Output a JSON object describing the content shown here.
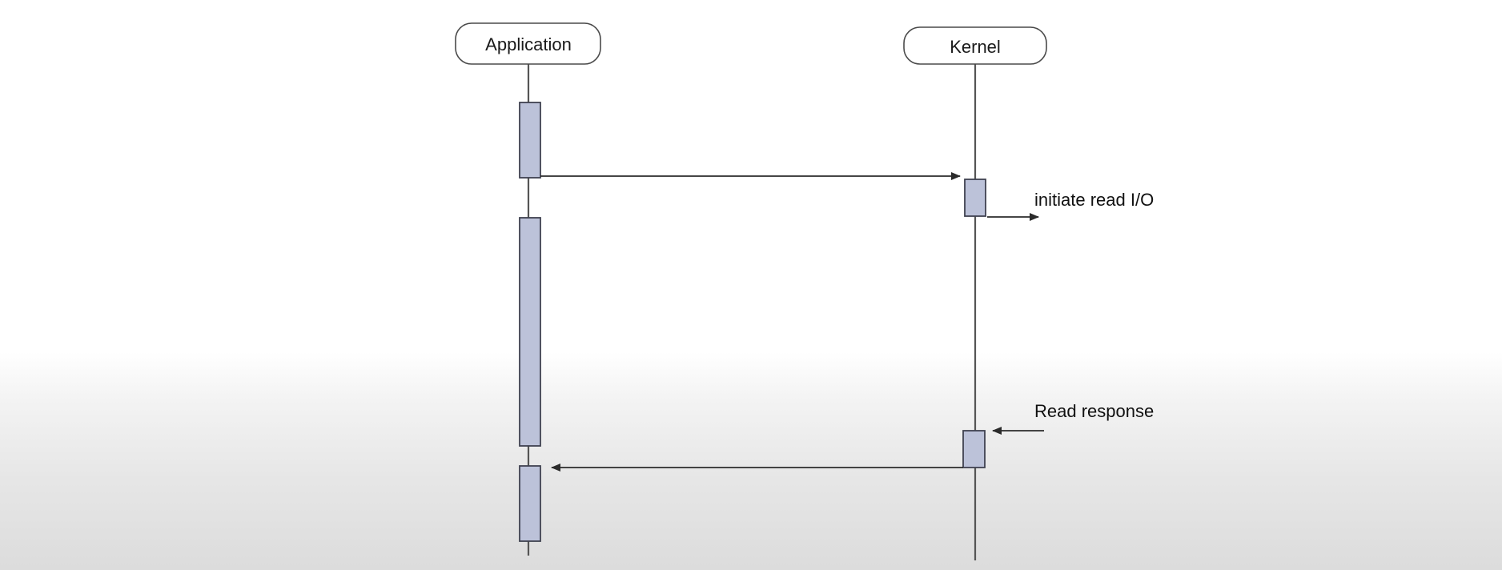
{
  "actors": {
    "application": {
      "label": "Application"
    },
    "kernel": {
      "label": "Kernel"
    }
  },
  "messages": {
    "initiate": {
      "label": "initiate read I/O"
    },
    "response": {
      "label": "Read response"
    }
  },
  "colors": {
    "activation_fill": "#bcc2d9",
    "activation_stroke": "#3f4250",
    "line": "#555555",
    "text": "#1a1a1a"
  }
}
